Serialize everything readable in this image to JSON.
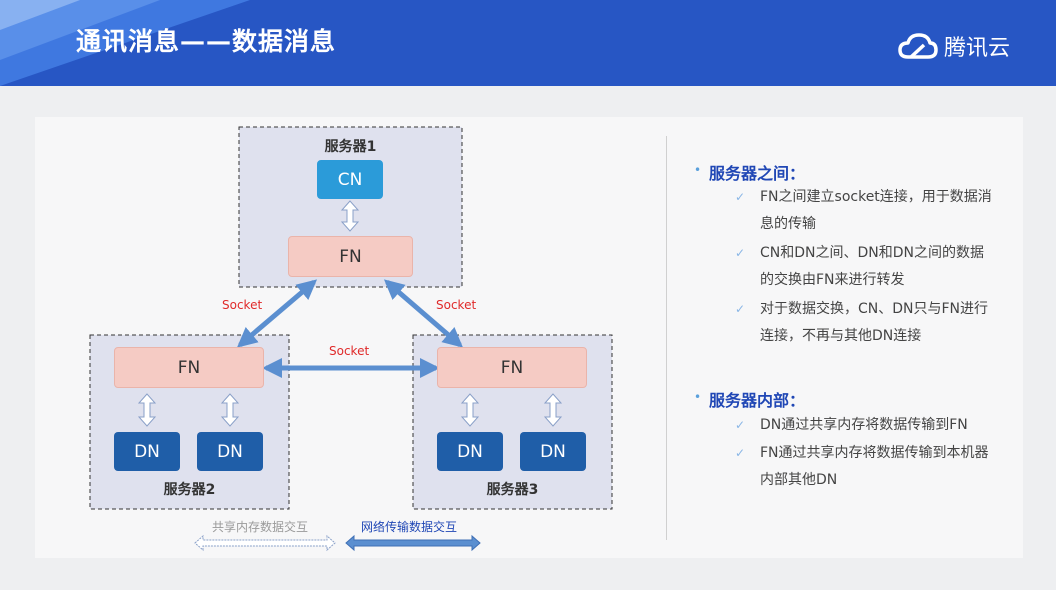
{
  "header": {
    "title": "通讯消息——数据消息",
    "brand": "腾讯云",
    "bg_color": "#2756c4"
  },
  "diagram": {
    "server1_label": "服务器1",
    "server2_label": "服务器2",
    "server3_label": "服务器3",
    "cn_label": "CN",
    "fn_label": "FN",
    "dn_label": "DN",
    "socket_label": "Socket",
    "legend_shared": "共享内存数据交互",
    "legend_network": "网络传输数据交互"
  },
  "panel": {
    "between_title": "服务器之间：",
    "between_items": [
      "FN之间建立socket连接，用于数据消息的传输",
      "CN和DN之间、DN和DN之间的数据的交换由FN来进行转发",
      "对于数据交换，CN、DN只与FN进行连接，不再与其他DN连接"
    ],
    "inside_title": "服务器内部：",
    "inside_items": [
      "DN通过共享内存将数据传输到FN",
      "FN通过共享内存将数据传输到本机器内部其他DN"
    ]
  },
  "colors": {
    "cn": "#2b9bd9",
    "fn": "#f5cbc4",
    "dn": "#1f5ea8",
    "socket_text": "#e02a2a",
    "network_arrow": "#5b8fd0",
    "section_title": "#2047b5"
  },
  "icons": [
    "cloud-logo-icon",
    "double-arrow-icon",
    "check-icon"
  ]
}
